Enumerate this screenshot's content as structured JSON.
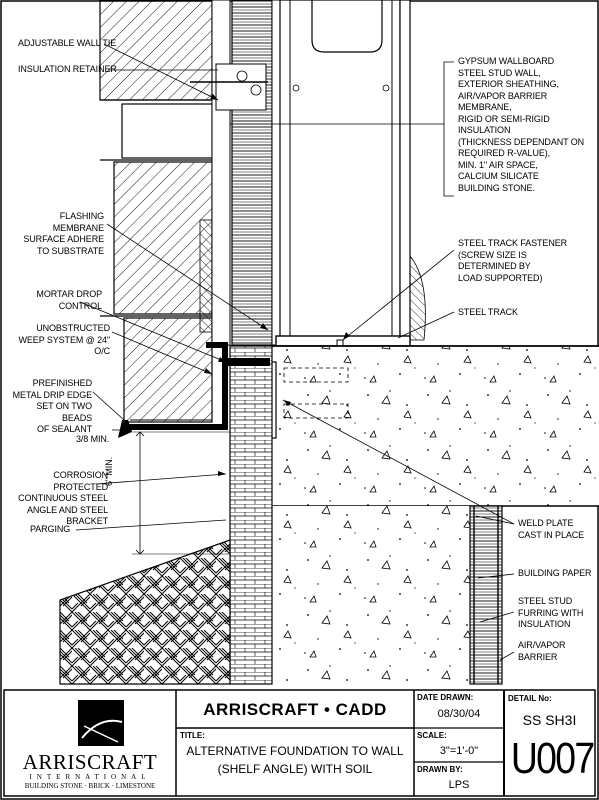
{
  "callouts_left": [
    "ADJUSTABLE WALL TIE",
    "INSULATION RETAINER",
    "FLASHING MEMBRANE\nSURFACE ADHERE\nTO SUBSTRATE",
    "MORTAR DROP\nCONTROL",
    "UNOBSTRUCTED\nWEEP SYSTEM @ 24\" O/C",
    "PREFINISHED\nMETAL DRIP EDGE\nSET ON TWO BEADS\nOF SEALANT",
    "3/8 MIN.",
    "CORROSION PROTECTED\nCONTINUOUS STEEL\nANGLE AND STEEL BRACKET",
    "PARGING"
  ],
  "callouts_right": [
    "GYPSUM WALLBOARD\nSTEEL STUD WALL,\nEXTERIOR SHEATHING,\nAIR/VAPOR BARRIER\n    MEMBRANE,\nRIGID OR SEMI-RIGID INSULATION\n(THICKNESS DEPENDANT ON\nREQUIRED R-VALUE),\nMIN. 1\" AIR SPACE,\nCALCIUM SILICATE\nBUILDING STONE.",
    "STEEL TRACK FASTENER\n(SCREW SIZE IS\nDETERMINED BY\nLOAD SUPPORTED)",
    "STEEL TRACK",
    "WELD PLATE\nCAST IN PLACE",
    "BUILDING PAPER",
    "STEEL STUD\nFURRING WITH\nINSULATION",
    "AIR/VAPOR\nBARRIER"
  ],
  "dimension_label": "6\" MIN.",
  "title_block": {
    "logo_name": "ARRISCRAFT",
    "logo_sub": "INTERNATIONAL",
    "logo_tagline": "BUILDING STONE · BRICK · LIMESTONE",
    "company": "ARRISCRAFT • CADD",
    "title_label": "TITLE:",
    "title_line1": "ALTERNATIVE FOUNDATION TO WALL",
    "title_line2": "(SHELF ANGLE) WITH SOIL",
    "date_label": "DATE DRAWN:",
    "date_value": "08/30/04",
    "scale_label": "SCALE:",
    "scale_value": "3\"=1'-0\"",
    "drawn_label": "DRAWN BY:",
    "drawn_value": "LPS",
    "detail_label": "DETAIL No:",
    "detail_value": "SS SH3I",
    "detail_code": "U007"
  }
}
